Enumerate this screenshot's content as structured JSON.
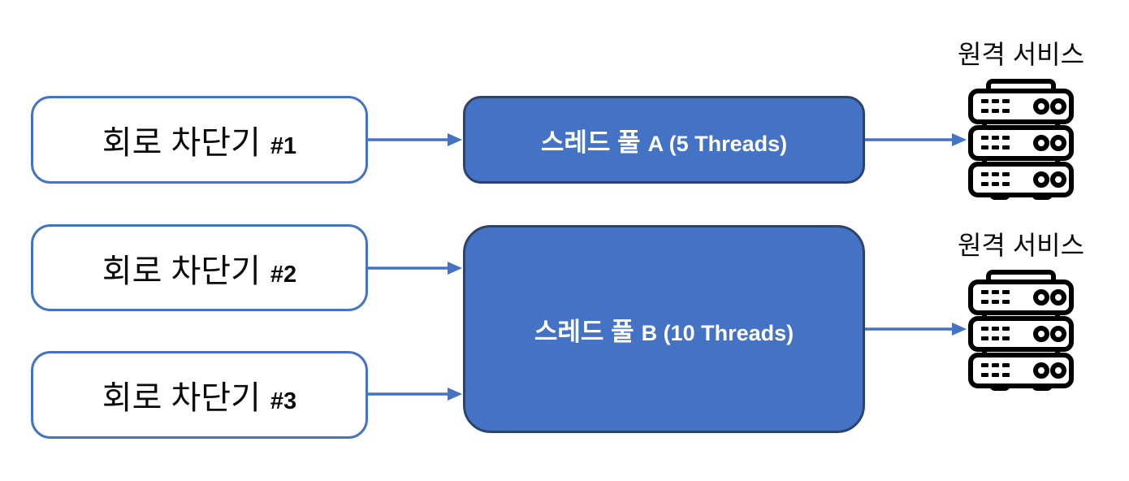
{
  "diagram": {
    "type": "architecture-flow",
    "circuit_breakers": [
      {
        "id": "circuit-breaker-1",
        "label_kr": "회로 차단기",
        "label_num": "#1"
      },
      {
        "id": "circuit-breaker-2",
        "label_kr": "회로 차단기",
        "label_num": "#2"
      },
      {
        "id": "circuit-breaker-3",
        "label_kr": "회로 차단기",
        "label_num": "#3"
      }
    ],
    "thread_pools": [
      {
        "id": "thread-pool-a",
        "label_kr": "스레드 풀",
        "label_en": "A (5 Threads)"
      },
      {
        "id": "thread-pool-b",
        "label_kr": "스레드 풀",
        "label_en": "B (10 Threads)"
      }
    ],
    "remote_services": [
      {
        "id": "remote-service-1",
        "label": "원격 서비스",
        "icon": "server-rack-icon"
      },
      {
        "id": "remote-service-2",
        "label": "원격 서비스",
        "icon": "server-rack-icon"
      }
    ],
    "edges": [
      {
        "from": "circuit-breaker-1",
        "to": "thread-pool-a"
      },
      {
        "from": "circuit-breaker-2",
        "to": "thread-pool-b"
      },
      {
        "from": "circuit-breaker-3",
        "to": "thread-pool-b"
      },
      {
        "from": "thread-pool-a",
        "to": "remote-service-1"
      },
      {
        "from": "thread-pool-b",
        "to": "remote-service-2"
      }
    ],
    "colors": {
      "background": "#FFFFFF",
      "pool_fill": "#4472C4",
      "pool_border": "#2E4369",
      "breaker_border": "#4472C4",
      "arrow": "#4472C4",
      "icon_stroke": "#000000",
      "text_dark": "#0A0A0A",
      "text_light": "#FFFFFF"
    }
  }
}
